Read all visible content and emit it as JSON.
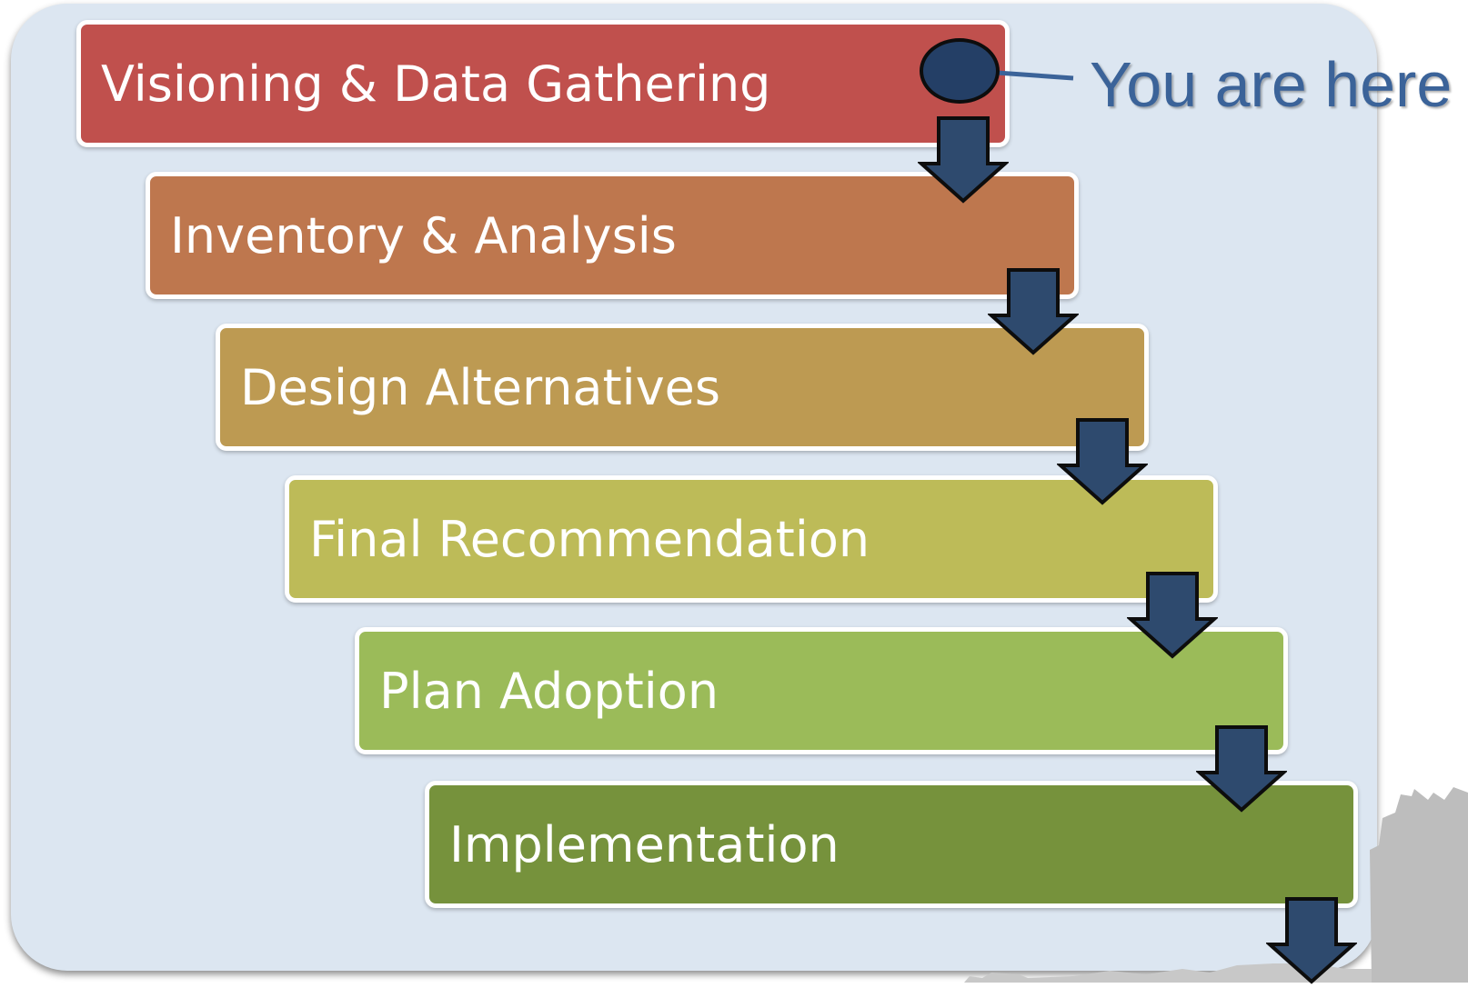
{
  "steps": [
    {
      "label": "Visioning & Data Gathering",
      "color": "#c0504d"
    },
    {
      "label": "Inventory & Analysis",
      "color": "#be774e"
    },
    {
      "label": "Design Alternatives",
      "color": "#bd9a52"
    },
    {
      "label": "Final Recommendation",
      "color": "#bdbb58"
    },
    {
      "label": "Plan Adoption",
      "color": "#9bbb59"
    },
    {
      "label": "Implementation",
      "color": "#76923c"
    }
  ],
  "current_marker": {
    "label": "You are here",
    "current_step": "Visioning & Data Gathering",
    "marker_color": "#243f66",
    "label_color": "#3b6399"
  },
  "arrow_icon": "down-arrow-icon",
  "arrow_color": "#2e4a6e",
  "panel_color": "#dce6f1"
}
